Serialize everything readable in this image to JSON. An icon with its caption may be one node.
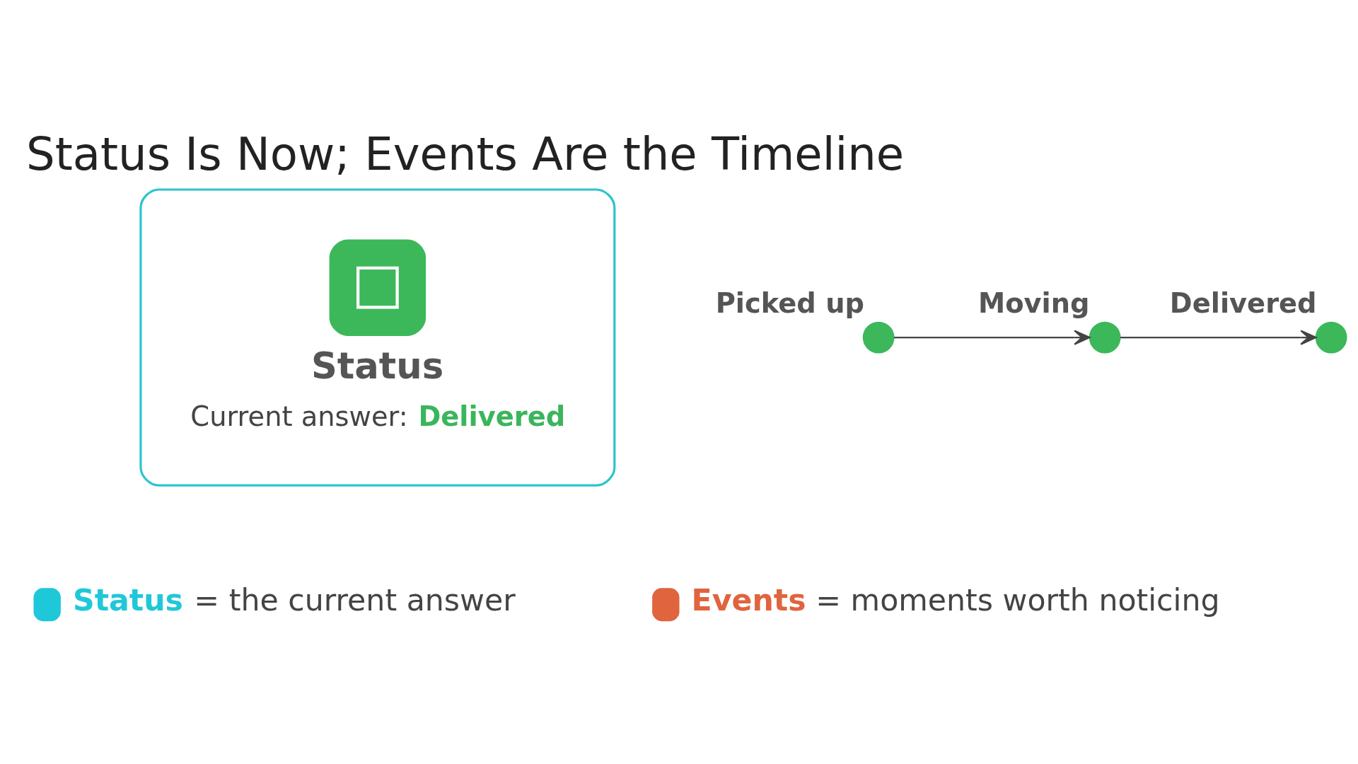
{
  "diagram": {
    "title": "Status Is Now; Events Are the Timeline",
    "nodes": [
      {
        "text": [
          "Status",
          "Current answer: **Delivered**"
        ]
      },
      {
        "text": [],
        "shape": "circle",
        "beside": [
          "Picked up"
        ]
      },
      {
        "text": [],
        "shape": "circle",
        "beside": [
          "Moving"
        ]
      },
      {
        "text": [],
        "shape": "circle",
        "beside": [
          "Delivered"
        ]
      }
    ],
    "edges": [
      {
        "from": 1,
        "to": 2,
        "arrow": "to"
      },
      {
        "from": 2,
        "to": 3,
        "arrow": "to"
      }
    ],
    "legend": [
      {
        "text": "**Status** = the current answer",
        "color": "#1fc8d8"
      },
      {
        "text": "**Events** = moments worth noticing",
        "color": "#e0643e"
      }
    ]
  }
}
